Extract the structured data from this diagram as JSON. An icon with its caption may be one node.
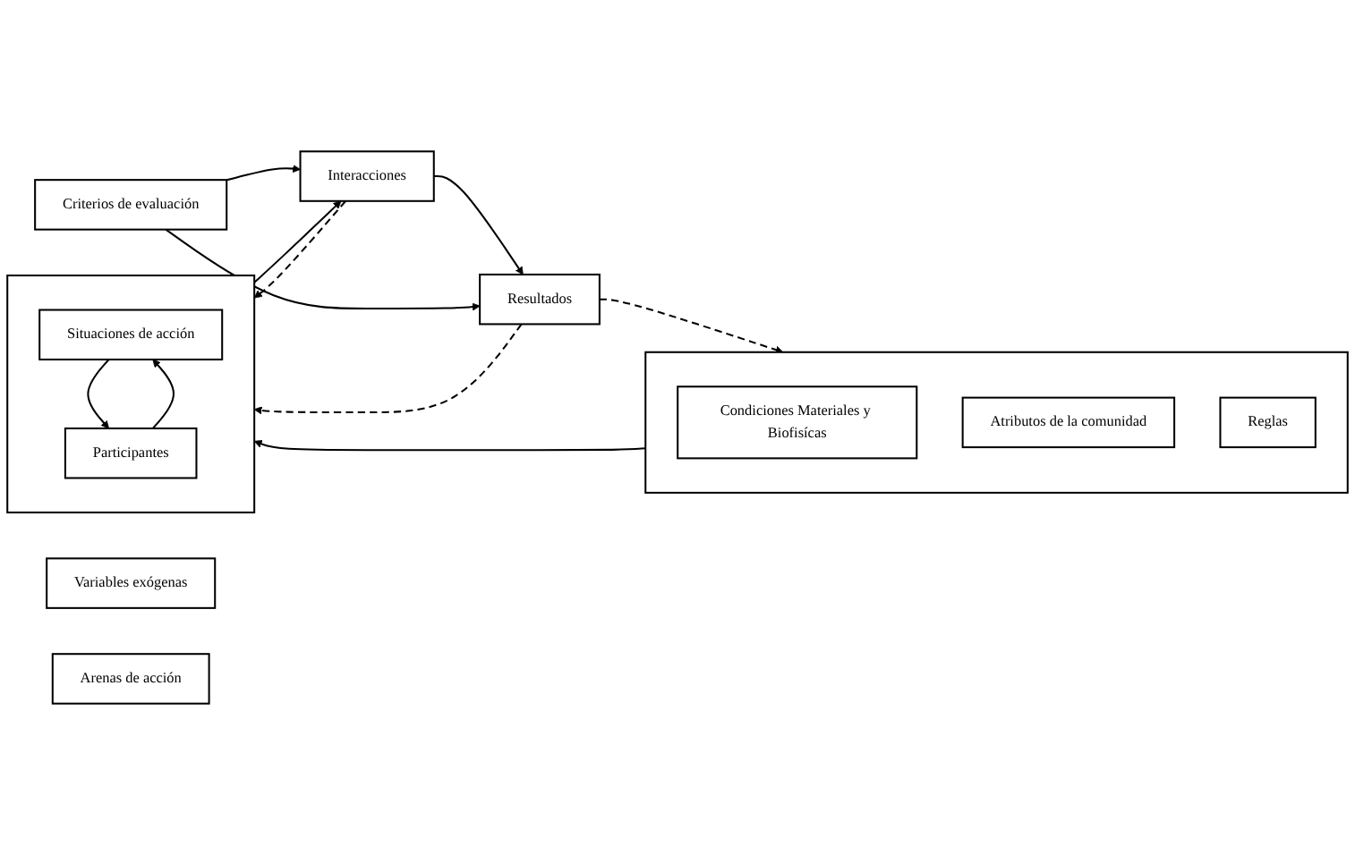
{
  "diagram": {
    "nodes": [
      {
        "text": [
          "Variables exógenas"
        ]
      },
      {
        "text": [],
        "shape": "box"
      },
      {
        "text": [
          "Condiciones Materiales y Biofisícas"
        ],
        "in": 1
      },
      {
        "text": [
          "Atributos de la comunidad"
        ],
        "in": 1
      },
      {
        "text": [
          "Reglas"
        ],
        "in": 1
      },
      {
        "text": [
          "Arenas de acción"
        ]
      },
      {
        "text": [],
        "shape": "box"
      },
      {
        "text": [
          "Situaciones de acción"
        ],
        "in": 6
      },
      {
        "text": [
          "Participantes"
        ],
        "in": 6
      },
      {
        "text": [
          "Interacciones"
        ]
      },
      {
        "text": [
          "Criterios de evaluación"
        ]
      },
      {
        "text": [
          "Resultados"
        ]
      }
    ],
    "edges": [
      {
        "from": 1,
        "to": 6,
        "arrow": "to"
      },
      {
        "from": 8,
        "to": 7,
        "arrow": "to"
      },
      {
        "from": 7,
        "to": 8,
        "arrow": "to"
      },
      {
        "from": 6,
        "to": 9,
        "arrow": "to"
      },
      {
        "from": 9,
        "to": 6,
        "arrow": "to",
        "style": "dashed"
      },
      {
        "from": 9,
        "to": 11,
        "arrow": "to"
      },
      {
        "from": 10,
        "to": 9,
        "arrow": "to"
      },
      {
        "from": 10,
        "to": 11,
        "arrow": "to"
      },
      {
        "from": 11,
        "to": 1,
        "arrow": "to",
        "style": "dashed"
      },
      {
        "from": 11,
        "to": 6,
        "arrow": "to",
        "style": "dashed"
      }
    ]
  }
}
